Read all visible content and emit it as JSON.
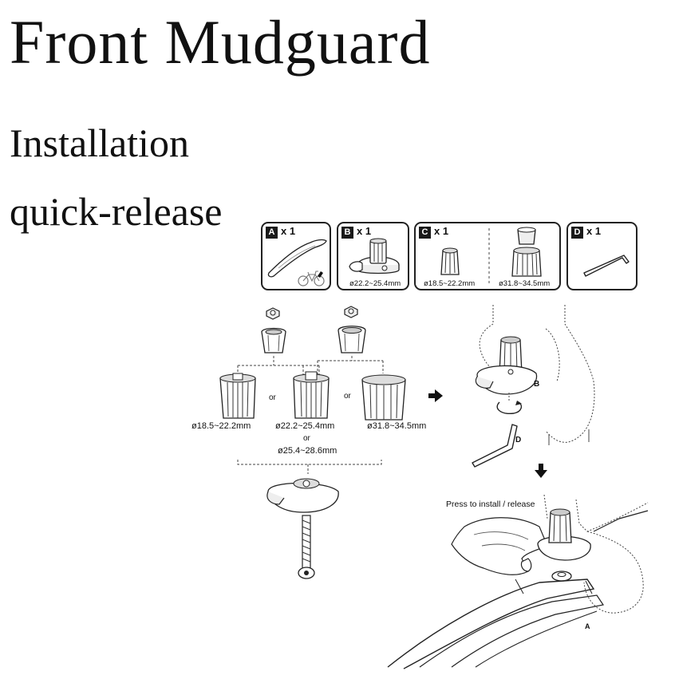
{
  "title": "Front Mudguard",
  "subtitle": "Installation",
  "subtitle2": "quick-release",
  "parts": [
    {
      "letter": "A",
      "qty": "x 1"
    },
    {
      "letter": "B",
      "qty": "x 1",
      "size": "ø22.2~25.4mm"
    },
    {
      "letter": "C",
      "qty": "x 1",
      "sizes": [
        "ø18.5~22.2mm",
        "ø31.8~34.5mm"
      ]
    },
    {
      "letter": "D",
      "qty": "x 1"
    }
  ],
  "diagram": {
    "sizes": [
      "ø18.5~22.2mm",
      "ø22.2~25.4mm",
      "ø31.8~34.5mm",
      "ø25.4~28.6mm"
    ],
    "or": "or",
    "label_b": "B",
    "label_d": "D",
    "press": "Press to install / release",
    "label_a": "A"
  }
}
